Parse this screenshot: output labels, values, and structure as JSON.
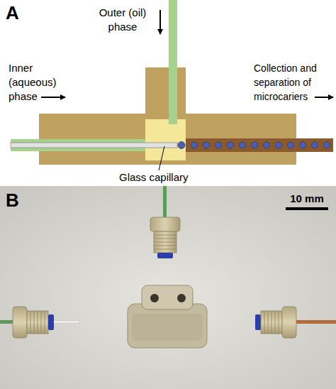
{
  "diagram": {
    "labels": [
      "A",
      "Outer (oil) phase",
      "Inner (aqueous) phase",
      "Collection and separation of microcariers",
      "Glass capillary",
      "B",
      "10 mm"
    ]
  }
}
